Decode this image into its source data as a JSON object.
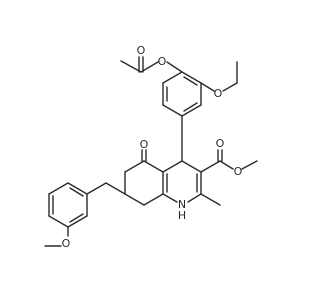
{
  "atom_labels": {
    "o_acetyl_carbonyl": "O",
    "o_acetyl_ester": "O",
    "o_ethoxy": "O",
    "o_ketone": "O",
    "o_ester_carbonyl": "O",
    "o_ester_methoxy": "O",
    "n_ring": "N",
    "h_on_n": "H",
    "o_anisole": "O"
  },
  "colors": {
    "bond": "#2b2b2b",
    "background": "#ffffff"
  }
}
